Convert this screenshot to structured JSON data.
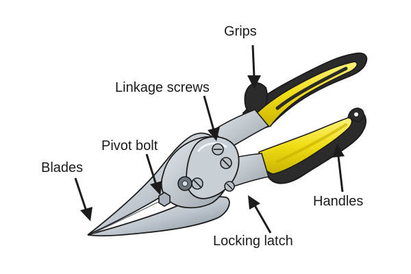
{
  "labels": {
    "grips": "Grips",
    "linkage_screws": "Linkage screws",
    "pivot_bolt": "Pivot bolt",
    "blades": "Blades",
    "handles": "Handles",
    "locking_latch": "Locking latch"
  },
  "colors": {
    "grip_yellow": "#f3e21c",
    "grip_black": "#2b2b2b",
    "metal_light": "#d7dde3",
    "metal_mid": "#aab3bb",
    "metal_dark": "#6e7780",
    "outline": "#1c1c1c"
  }
}
